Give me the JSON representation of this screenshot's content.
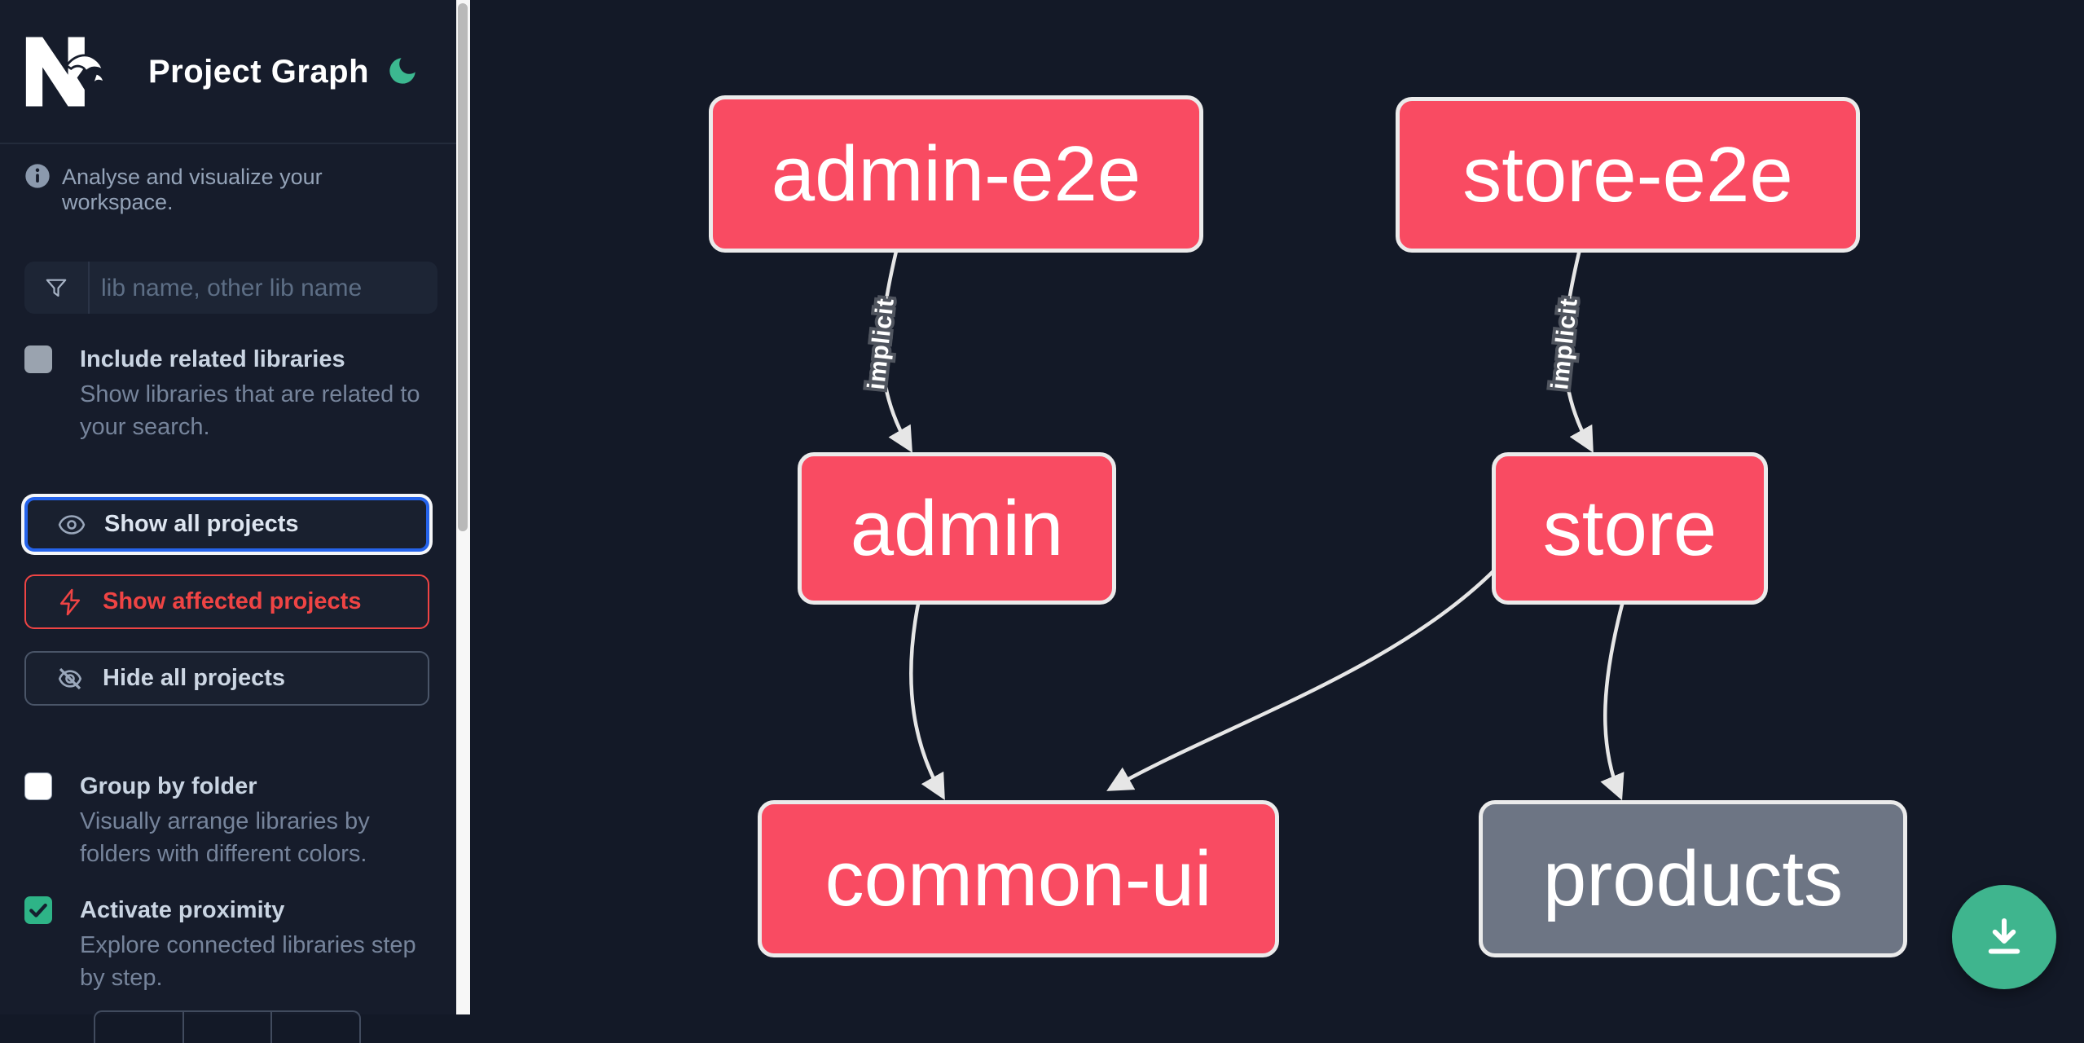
{
  "header": {
    "logo": "Nx",
    "title": "Project Graph",
    "theme_toggle_icon": "moon-icon"
  },
  "sidebar": {
    "tagline": "Analyse and visualize your workspace.",
    "search": {
      "placeholder": "lib name, other lib name",
      "value": "",
      "icon": "funnel-icon"
    },
    "checkboxes": [
      {
        "id": "include-related",
        "label": "Include related libraries",
        "checked": false,
        "disabled": true,
        "lines": [
          "Show libraries that are related to",
          "your search."
        ]
      },
      {
        "id": "group-by-folder",
        "label": "Group by folder",
        "checked": false,
        "lines": [
          "Visually arrange libraries by",
          "folders with different colors."
        ]
      },
      {
        "id": "activate-proximity",
        "label": "Activate proximity",
        "checked": true,
        "lines": [
          "Explore connected libraries step",
          "by step."
        ]
      }
    ],
    "buttons": [
      {
        "id": "show-all",
        "label": "Show all projects",
        "icon": "eye-icon",
        "state": "focused"
      },
      {
        "id": "show-affected",
        "label": "Show affected projects",
        "icon": "bolt-icon",
        "state": "default"
      },
      {
        "id": "hide-all",
        "label": "Hide all projects",
        "icon": "eye-off-icon",
        "state": "default"
      }
    ]
  },
  "graph": {
    "nodes": [
      {
        "id": "admin-e2e",
        "label": "admin-e2e",
        "affected": true
      },
      {
        "id": "store-e2e",
        "label": "store-e2e",
        "affected": true
      },
      {
        "id": "admin",
        "label": "admin",
        "affected": true
      },
      {
        "id": "store",
        "label": "store",
        "affected": true
      },
      {
        "id": "common-ui",
        "label": "common-ui",
        "affected": true
      },
      {
        "id": "products",
        "label": "products",
        "affected": false
      }
    ],
    "edges": [
      {
        "from": "admin-e2e",
        "to": "admin",
        "label": "implicit"
      },
      {
        "from": "store-e2e",
        "to": "store",
        "label": "implicit"
      },
      {
        "from": "admin",
        "to": "common-ui",
        "label": ""
      },
      {
        "from": "store",
        "to": "common-ui",
        "label": ""
      },
      {
        "from": "store",
        "to": "products",
        "label": ""
      }
    ]
  },
  "fab": {
    "icon": "download-icon"
  },
  "colors": {
    "canvas_bg": "#131927",
    "sidebar_bg": "#161c2b",
    "affected_node": "#f94b62",
    "normal_node": "#6d7584",
    "node_border": "#ebebeb",
    "edge": "#e6e6e6",
    "accent_green": "#3fb58e",
    "focus_blue": "#2563eb",
    "danger_red": "#ef4444"
  }
}
